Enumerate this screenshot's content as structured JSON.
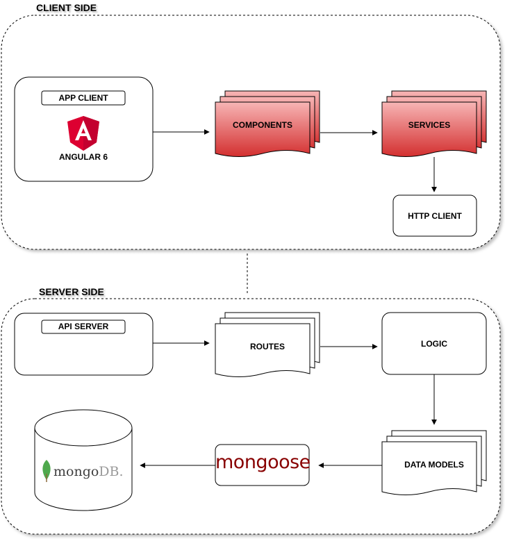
{
  "client": {
    "title": "CLIENT SIDE",
    "app_client": {
      "label": "APP CLIENT",
      "framework": "ANGULAR 6",
      "logo_icon": "angular-logo-icon"
    },
    "components": {
      "label": "COMPONENTS"
    },
    "services": {
      "label": "SERVICES"
    },
    "http_client": {
      "label": "HTTP CLIENT"
    }
  },
  "server": {
    "title": "SERVER SIDE",
    "api_server": {
      "label": "API SERVER"
    },
    "routes": {
      "label": "ROUTES"
    },
    "logic": {
      "label": "LOGIC"
    },
    "data_models": {
      "label": "DATA MODELS"
    },
    "mongoose": {
      "label": "mongoose"
    },
    "mongodb": {
      "label_main": "mongo",
      "label_accent": "DB",
      "label_trademark": "."
    }
  },
  "colors": {
    "red_top": "#f4a6a6",
    "red_bottom": "#d32f2f",
    "angular_red": "#dd0031",
    "angular_dark": "#c3002f",
    "mongoose_red": "#880000",
    "mongo_green": "#4fa94d",
    "mongo_gray": "#3f3f3f"
  }
}
